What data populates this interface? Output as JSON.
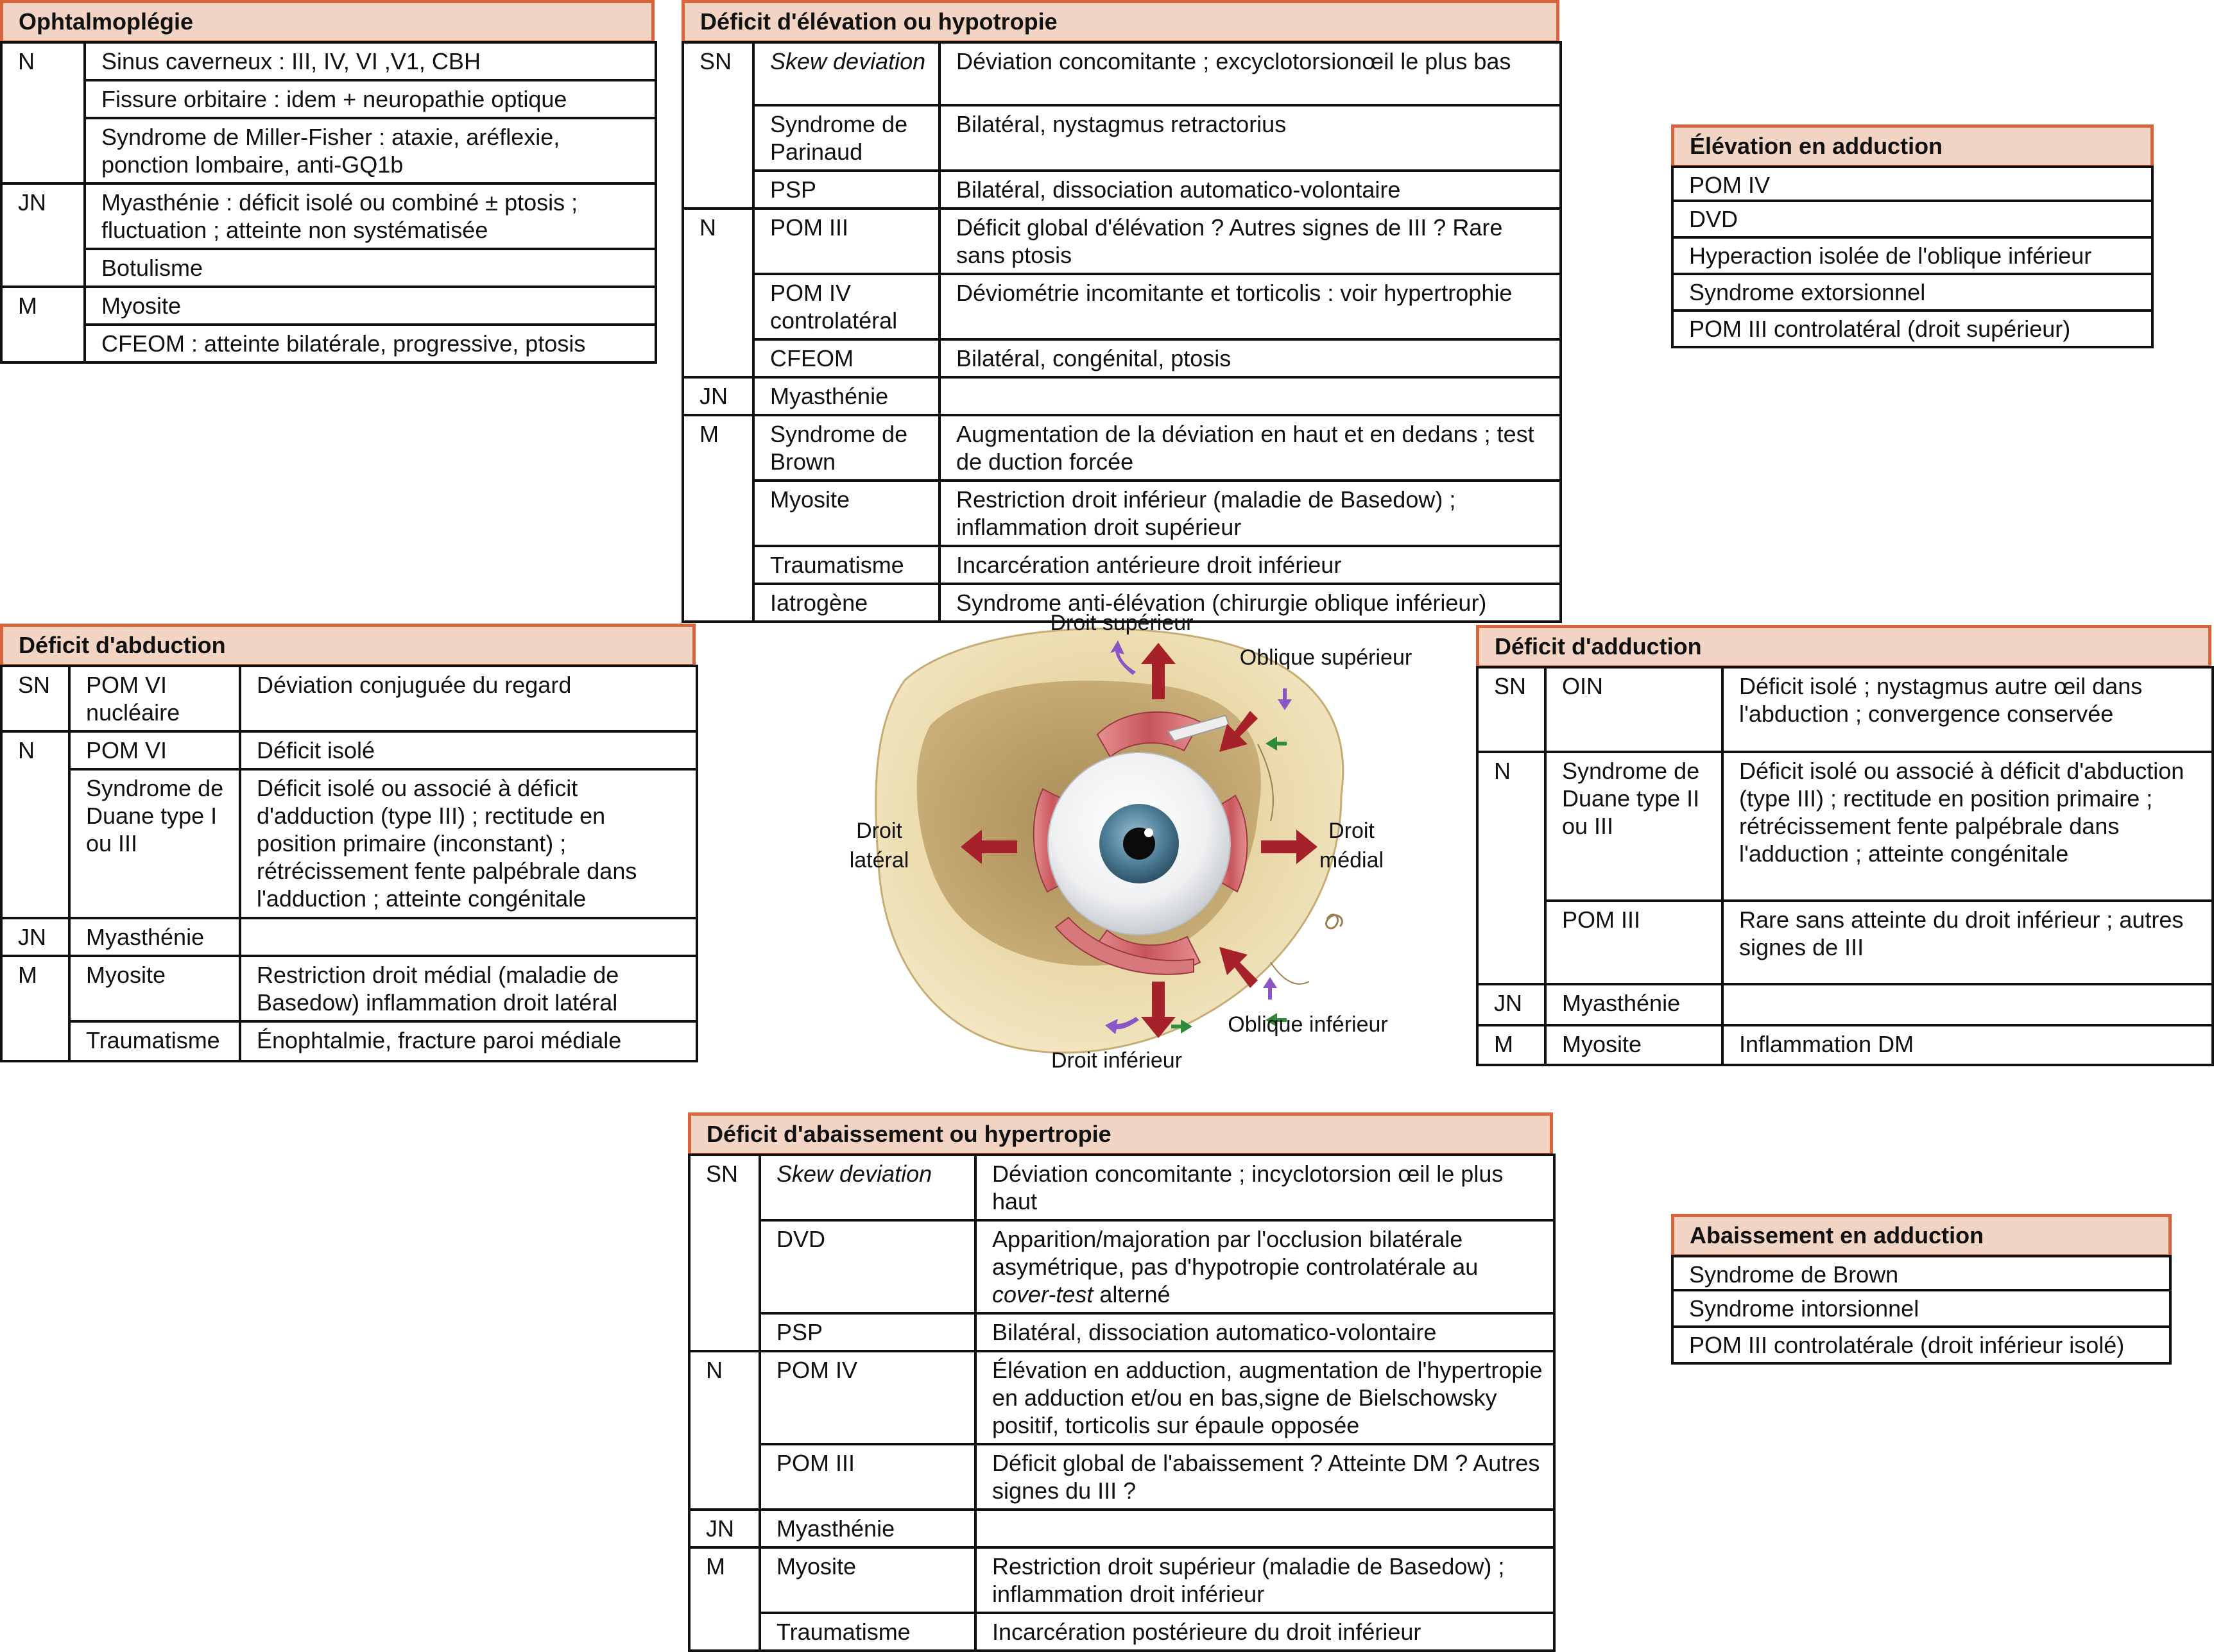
{
  "ophtalmoplegie": {
    "title": "Ophtalmoplégie",
    "g_n": "N",
    "g_jn": "JN",
    "g_m": "M",
    "rows": [
      "Sinus caverneux : III, IV, VI ,V1, CBH",
      "Fissure orbitaire : idem + neuropathie optique",
      "Syndrome de Miller-Fisher : ataxie, aréflexie, ponction lombaire, anti-GQ1b",
      "Myasthénie : déficit isolé ou combiné ± ptosis ; fluctuation ; atteinte non systématisée",
      "Botulisme",
      "Myosite",
      "CFEOM : atteinte bilatérale, progressive, ptosis"
    ]
  },
  "elevation": {
    "title": "Déficit d'élévation ou hypotropie",
    "g_sn": "SN",
    "g_n": "N",
    "g_jn": "JN",
    "g_m": "M",
    "rows": [
      [
        "Skew deviation",
        "Déviation concomitante ; excyclotorsionœil le plus bas"
      ],
      [
        "Syndrome de Parinaud",
        "Bilatéral, nystagmus retractorius"
      ],
      [
        "PSP",
        "Bilatéral, dissociation automatico-volontaire"
      ],
      [
        "POM III",
        "Déficit global d'élévation ? Autres signes de III ? Rare sans ptosis"
      ],
      [
        "POM IV controlatéral",
        "Déviométrie incomitante et torticolis : voir hypertrophie"
      ],
      [
        "CFEOM",
        "Bilatéral, congénital, ptosis"
      ],
      [
        "Myasthénie",
        ""
      ],
      [
        "Syndrome de Brown",
        "Augmentation de la déviation en haut et en dedans ; test de duction forcée"
      ],
      [
        "Myosite",
        "Restriction droit inférieur (maladie de Basedow) ; inflammation droit supérieur"
      ],
      [
        "Traumatisme",
        "Incarcération antérieure droit inférieur"
      ],
      [
        "Iatrogène",
        "Syndrome anti-élévation (chirurgie oblique inférieur)"
      ]
    ]
  },
  "elevation_adduction": {
    "title": "Élévation en adduction",
    "rows": [
      "POM IV",
      "DVD",
      "Hyperaction isolée de l'oblique inférieur",
      "Syndrome extorsionnel",
      "POM III controlatéral (droit supérieur)"
    ]
  },
  "abduction": {
    "title": "Déficit d'abduction",
    "g_sn": "SN",
    "g_n": "N",
    "g_jn": "JN",
    "g_m": "M",
    "rows": [
      [
        "POM VI nucléaire",
        "Déviation conjuguée du regard"
      ],
      [
        "POM VI",
        "Déficit isolé"
      ],
      [
        "Syndrome de Duane type I ou III",
        "Déficit isolé ou associé à déficit d'adduction (type III) ; rectitude en position primaire (inconstant) ; rétrécissement fente palpébrale dans l'adduction ; atteinte congénitale"
      ],
      [
        "Myasthénie",
        ""
      ],
      [
        "Myosite",
        "Restriction droit médial (maladie de Basedow) inflammation droit latéral"
      ],
      [
        "Traumatisme",
        "Énophtalmie, fracture paroi médiale"
      ]
    ]
  },
  "adduction": {
    "title": "Déficit d'adduction",
    "g_sn": "SN",
    "g_n": "N",
    "g_jn": "JN",
    "g_m": "M",
    "rows": [
      [
        "OIN",
        "Déficit isolé ; nystagmus autre œil dans l'abduction ; convergence conservée"
      ],
      [
        "Syndrome de Duane type II ou III",
        "Déficit isolé ou associé à déficit d'abduction (type III) ; rectitude en position primaire ; rétrécissement fente palpébrale dans l'adduction ; atteinte congénitale"
      ],
      [
        "POM III",
        "Rare sans atteinte du droit inférieur ; autres signes de III"
      ],
      [
        "Myasthénie",
        ""
      ],
      [
        "Myosite",
        "Inflammation DM"
      ]
    ]
  },
  "abaissement": {
    "title": "Déficit d'abaissement ou hypertropie",
    "g_sn": "SN",
    "g_n": "N",
    "g_jn": "JN",
    "g_m": "M",
    "rows": [
      [
        "Skew deviation",
        "Déviation concomitante ; incyclotorsion œil le plus haut"
      ],
      [
        "DVD",
        "Apparition/majoration par l'occlusion bilatérale asymétrique, pas d'hypotropie controlatérale au ",
        "cover-test",
        " alterné"
      ],
      [
        "PSP",
        "Bilatéral, dissociation automatico-volontaire"
      ],
      [
        "POM IV",
        "Élévation en adduction, augmentation de l'hypertropie en adduction et/ou en bas,signe de Bielschowsky positif, torticolis sur épaule opposée"
      ],
      [
        "POM III",
        "Déficit global de l'abaissement ? Atteinte DM ? Autres signes du III ?"
      ],
      [
        "Myasthénie",
        ""
      ],
      [
        "Myosite",
        "Restriction droit supérieur (maladie de Basedow) ; inflammation droit inférieur"
      ],
      [
        "Traumatisme",
        "Incarcération postérieure du droit inférieur"
      ]
    ]
  },
  "abaissement_adduction": {
    "title": "Abaissement en adduction",
    "rows": [
      "Syndrome de Brown",
      "Syndrome intorsionnel",
      "POM III controlatérale (droit inférieur isolé)"
    ]
  },
  "eye": {
    "droit_superieur": "Droit supérieur",
    "oblique_superieur": "Oblique supérieur",
    "droit_lateral_1": "Droit",
    "droit_lateral_2": "latéral",
    "droit_medial_1": "Droit",
    "droit_medial_2": "médial",
    "oblique_inferieur": "Oblique inférieur",
    "droit_inferieur": "Droit inférieur",
    "colors": {
      "arrow_red": "#a7212a",
      "arrow_purple": "#8a56c6",
      "arrow_green": "#2f8a3c",
      "bone": "#ecdcae",
      "orbit": "#c9ae78",
      "iris": "#4e7f99",
      "muscle": "#c8555c"
    }
  }
}
